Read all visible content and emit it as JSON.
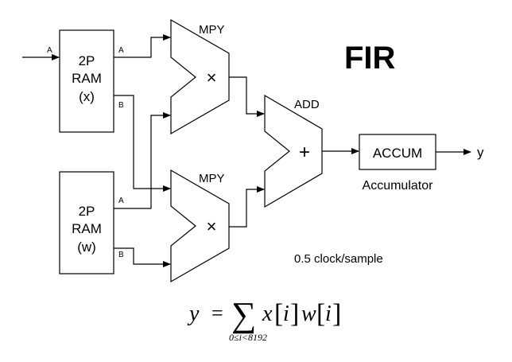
{
  "title": "FIR",
  "ram_x": {
    "line1": "2P",
    "line2": "RAM",
    "line3": "(x)",
    "port_a": "A",
    "port_b": "B"
  },
  "ram_w": {
    "line1": "2P",
    "line2": "RAM",
    "line3": "(w)",
    "port_a": "A",
    "port_b": "B"
  },
  "input_label": "A",
  "mpy_top": {
    "label": "MPY",
    "symbol": "×"
  },
  "mpy_bottom": {
    "label": "MPY",
    "symbol": "×"
  },
  "adder": {
    "label": "ADD",
    "symbol": "+"
  },
  "accum": {
    "label": "ACCUM",
    "caption": "Accumulator"
  },
  "output_label": "y",
  "rate": "0.5 clock/sample",
  "formula": {
    "lhs": "y",
    "eq": "=",
    "sum": "∑",
    "sub": "0≤i<8192",
    "x": "x",
    "w": "w",
    "idx": "i"
  }
}
